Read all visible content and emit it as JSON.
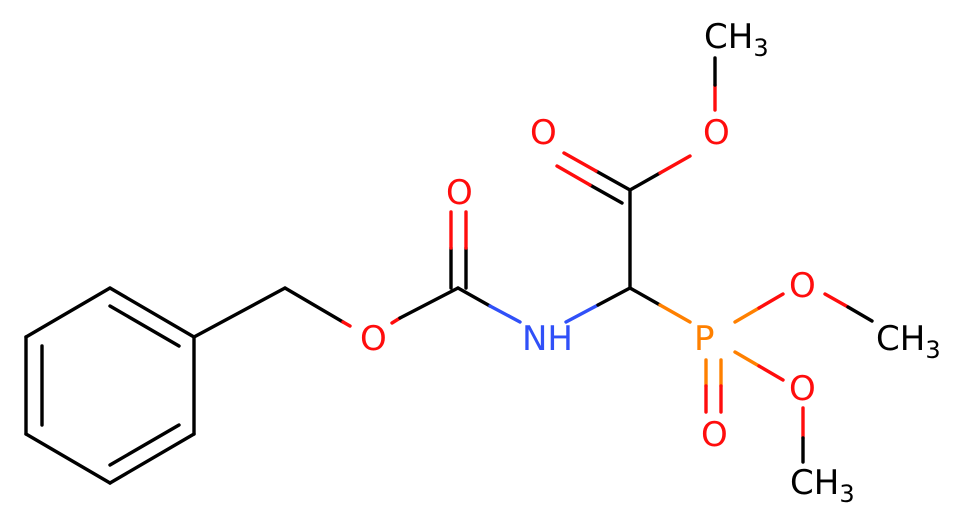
{
  "molecule": {
    "atoms": {
      "methyl_top": {
        "label": "CH",
        "sub": "3",
        "color": "#000000"
      },
      "o_ester_single": {
        "label": "O",
        "color": "#ff0d0d"
      },
      "o_ester_double": {
        "label": "O",
        "color": "#ff0d0d"
      },
      "o_carbamate_double": {
        "label": "O",
        "color": "#ff0d0d"
      },
      "o_carbamate_single": {
        "label": "O",
        "color": "#ff0d0d"
      },
      "nh": {
        "label": "NH",
        "color": "#3050f8"
      },
      "p": {
        "label": "P",
        "color": "#ff8000"
      },
      "o_p_upper": {
        "label": "O",
        "color": "#ff0d0d"
      },
      "o_p_lower": {
        "label": "O",
        "color": "#ff0d0d"
      },
      "o_p_double": {
        "label": "O",
        "color": "#ff0d0d"
      },
      "methyl_right": {
        "label": "CH",
        "sub": "3",
        "color": "#000000"
      },
      "methyl_bottom": {
        "label": "CH",
        "sub": "3",
        "color": "#000000"
      }
    }
  }
}
